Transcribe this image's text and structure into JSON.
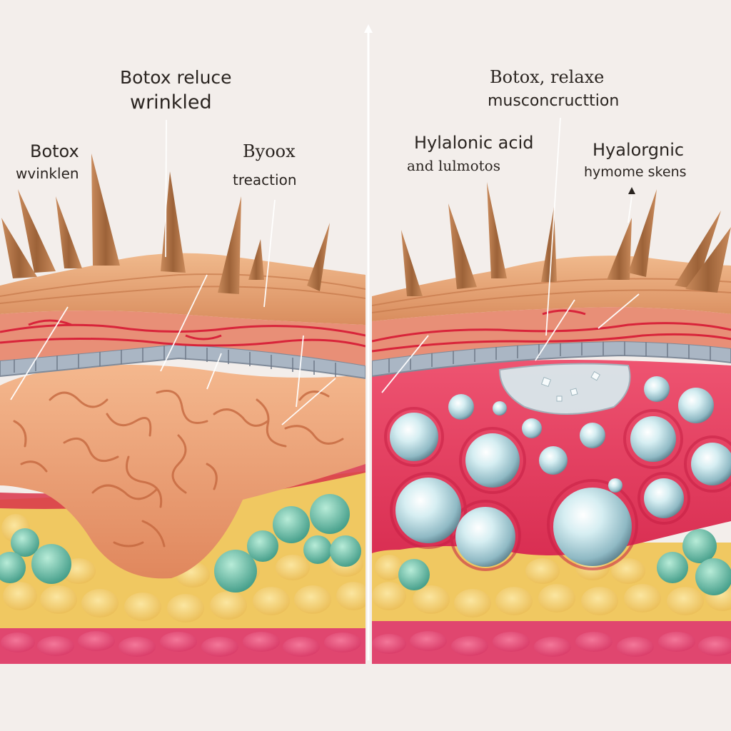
{
  "left_panel": {
    "label_top_line1": "Botox reluce",
    "label_top_line2": "wrinkled",
    "label_left_line1": "Botox",
    "label_left_line2": "wvinklen",
    "label_right_line1": "Byoox",
    "label_right_line2": "treaction"
  },
  "right_panel": {
    "label_top_line1": "Botox, relaxe",
    "label_top_line2": "musconcructtion",
    "label_left_line1": "Hylalonic acid",
    "label_left_line2": "and lulmotos",
    "label_right_line1": "Hyalorgnic",
    "label_right_line2": "hymome skens"
  },
  "colors": {
    "background": "#f3eeeb",
    "epidermis": "#e9a877",
    "dermis_red": "#d8344a",
    "muscle": "#eba27a",
    "fat": "#f2cf6c",
    "bottom_tissue": "#e34770",
    "filled_dermis": "#e23a5a",
    "bubble": "#bfe2ea",
    "green_cell": "#5fb3a0"
  }
}
